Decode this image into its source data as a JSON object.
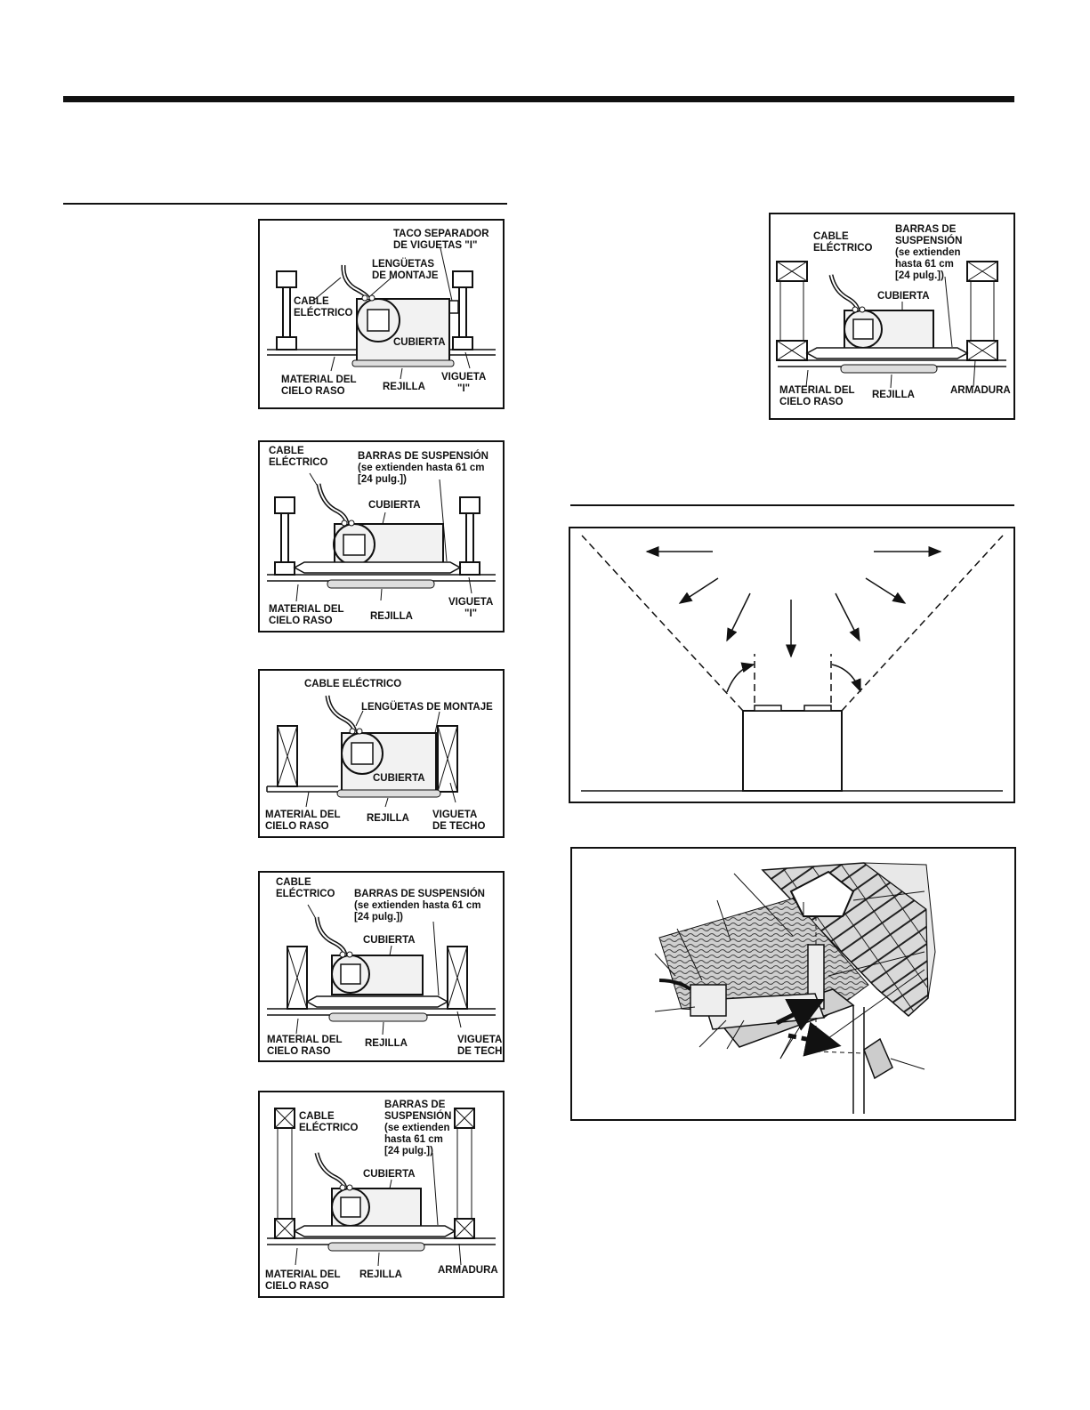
{
  "fig1": {
    "label_taco": "TACO SEPARADOR",
    "label_taco2": "DE VIGUETAS \"I\"",
    "label_leng": "LENGÜETAS",
    "label_leng2": "DE MONTAJE",
    "label_cable": "CABLE",
    "label_cable2": "ELÉCTRICO",
    "label_cubierta": "CUBIERTA",
    "label_material": "MATERIAL DEL",
    "label_material2": "CIELO RASO",
    "label_rejilla": "REJILLA",
    "label_vigueta": "VIGUETA",
    "label_vigueta2": "\"I\""
  },
  "fig2": {
    "label_cable": "CABLE",
    "label_cable2": "ELÉCTRICO",
    "label_barras": "BARRAS DE SUSPENSIÓN",
    "label_barras2": "(se extienden hasta 61 cm",
    "label_barras3": "[24 pulg.])",
    "label_cubierta": "CUBIERTA",
    "label_material": "MATERIAL DEL",
    "label_material2": "CIELO RASO",
    "label_rejilla": "REJILLA",
    "label_vigueta": "VIGUETA",
    "label_vigueta2": "\"I\""
  },
  "fig3": {
    "label_cable": "CABLE ELÉCTRICO",
    "label_leng": "LENGÜETAS DE MONTAJE",
    "label_cubierta": "CUBIERTA",
    "label_material": "MATERIAL DEL",
    "label_material2": "CIELO RASO",
    "label_rejilla": "REJILLA",
    "label_vigueta": "VIGUETA",
    "label_vigueta2": "DE TECHO"
  },
  "fig4": {
    "label_cable": "CABLE",
    "label_cable2": "ELÉCTRICO",
    "label_barras": "BARRAS DE SUSPENSIÓN",
    "label_barras2": "(se extienden hasta 61 cm",
    "label_barras3": "[24 pulg.])",
    "label_cubierta": "CUBIERTA",
    "label_material": "MATERIAL DEL",
    "label_material2": "CIELO RASO",
    "label_rejilla": "REJILLA",
    "label_vigueta": "VIGUETA",
    "label_vigueta2": "DE TECHO"
  },
  "fig5": {
    "label_barras": "BARRAS DE",
    "label_barras2": "SUSPENSIÓN",
    "label_barras3": "(se extienden",
    "label_barras4": "hasta 61 cm",
    "label_barras5": "[24 pulg.])",
    "label_cable": "CABLE",
    "label_cable2": "ELÉCTRICO",
    "label_cubierta": "CUBIERTA",
    "label_material": "MATERIAL DEL",
    "label_material2": "CIELO RASO",
    "label_rejilla": "REJILLA",
    "label_armadura": "ARMADURA"
  },
  "fig6": {
    "label_cable": "CABLE",
    "label_cable2": "ELÉCTRICO",
    "label_barras": "BARRAS DE",
    "label_barras2": "SUSPENSIÓN",
    "label_barras3": "(se extienden",
    "label_barras4": "hasta 61 cm",
    "label_barras5": "[24 pulg.])",
    "label_cubierta": "CUBIERTA",
    "label_material": "MATERIAL DEL",
    "label_material2": "CIELO RASO",
    "label_rejilla": "REJILLA",
    "label_armadura": "ARMADURA"
  }
}
